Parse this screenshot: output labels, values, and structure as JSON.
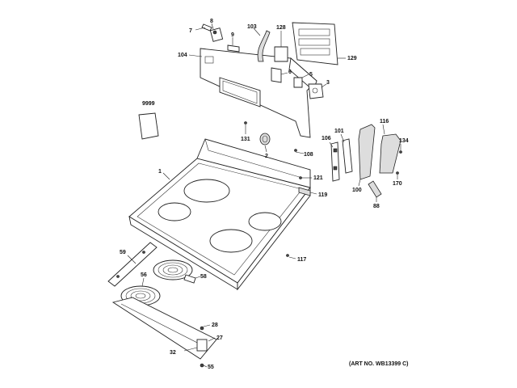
{
  "labels": {
    "p7": "7",
    "p8": "8",
    "p9": "9",
    "p103": "103",
    "p128": "128",
    "p129": "129",
    "p104": "104",
    "p6": "6",
    "p5": "5",
    "p3": "3",
    "p9999": "9999",
    "p131": "131",
    "p2": "2",
    "p108": "108",
    "p106": "106",
    "p101": "101",
    "p116": "116",
    "p134": "134",
    "p1": "1",
    "p121": "121",
    "p119": "119",
    "p100": "100",
    "p88": "88",
    "p170": "170",
    "p59": "59",
    "p56": "56",
    "p58": "58",
    "p117": "117",
    "p28": "28",
    "p27": "27",
    "p32": "32",
    "p55": "55"
  },
  "art_number": "(ART NO. WB13399 C)"
}
